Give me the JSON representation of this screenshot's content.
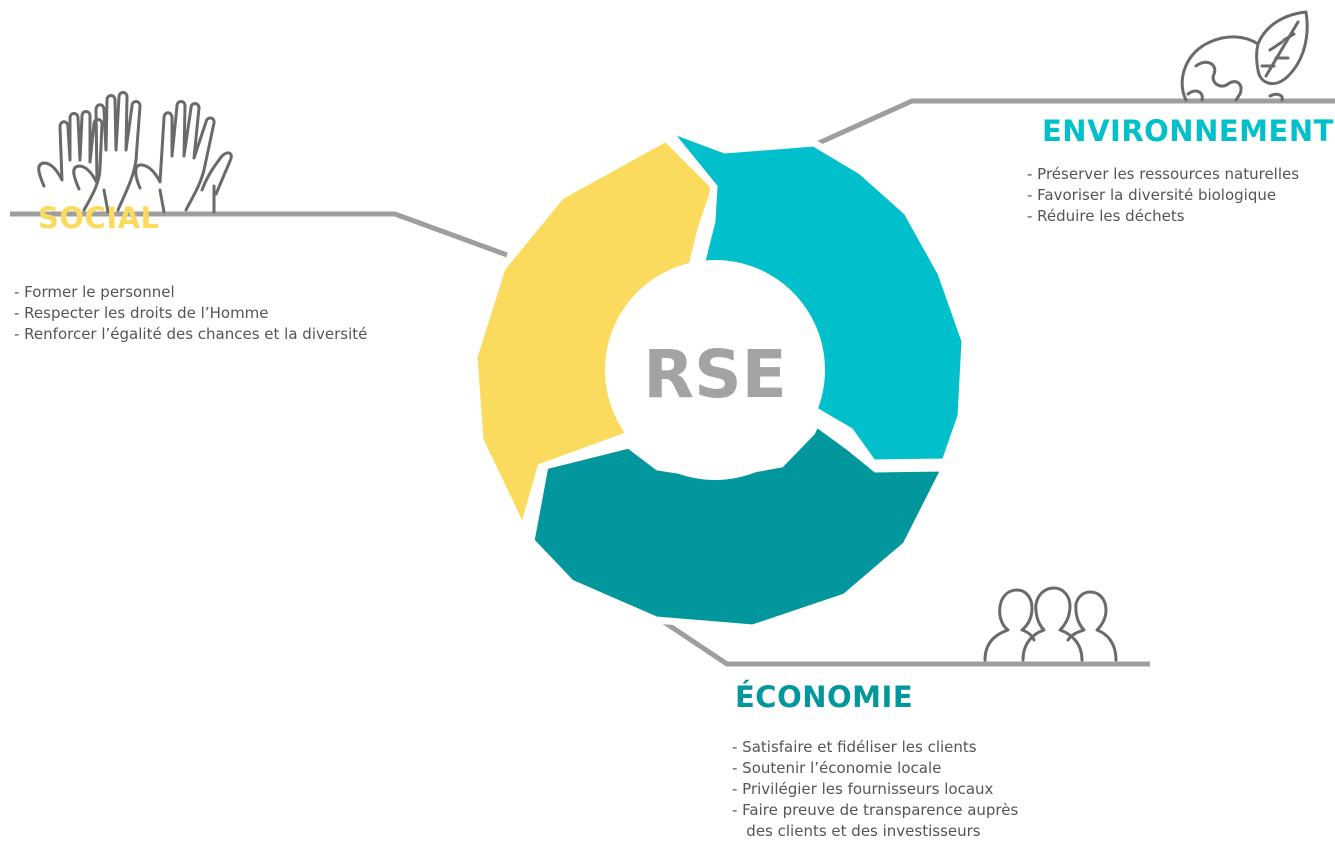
{
  "colors": {
    "social": "#fbdb5e",
    "environnement": "#02c0cb",
    "economie": "#02979c",
    "connector": "#9e9e9e",
    "icon": "#6a6a6a",
    "center_text": "#a3a3a3",
    "body_text": "#555555"
  },
  "center": {
    "label": "RSE"
  },
  "social": {
    "title": "SOCIAL",
    "icon": "raised-hands-icon",
    "items": [
      "- Former le personnel",
      "- Respecter les droits de l’Homme",
      "- Renforcer l’égalité des chances et la diversité"
    ]
  },
  "environnement": {
    "title": "ENVIRONNEMENT",
    "icon": "globe-leaf-icon",
    "items": [
      "- Préserver les ressources naturelles",
      "- Favoriser la diversité biologique",
      "- Réduire les déchets"
    ]
  },
  "economie": {
    "title": "ÉCONOMIE",
    "icon": "people-group-icon",
    "items": [
      "- Satisfaire et fidéliser les clients",
      "- Soutenir l’économie locale",
      "- Privilégier les fournisseurs locaux",
      "- Faire preuve de transparence auprès",
      "   des clients et des investisseurs"
    ]
  }
}
